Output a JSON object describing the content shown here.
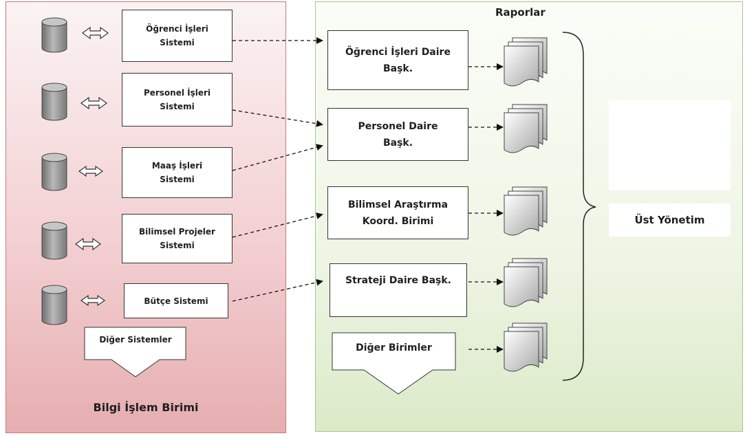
{
  "left_panel": {
    "title": "Bilgi İşlem Birimi",
    "systems": [
      {
        "label": "Öğrenci İşleri Sistemi"
      },
      {
        "label": "Personel İşleri Sistemi"
      },
      {
        "label": "Maaş İşleri Sistemi"
      },
      {
        "label": "Bilimsel Projeler Sistemi"
      },
      {
        "label": "Bütçe Sistemi"
      }
    ],
    "other": "Diğer Sistemler"
  },
  "right_panel": {
    "title": "Raporlar",
    "units": [
      {
        "label": "Öğrenci İşleri Daire Başk."
      },
      {
        "label": "Personel Daire Başk."
      },
      {
        "label": "Bilimsel  Araştırma Koord. Birimi"
      },
      {
        "label": "Strateji Daire Başk."
      }
    ],
    "other": "Diğer Birimler"
  },
  "management": {
    "label": "Üst Yönetim"
  },
  "colors": {
    "left_border": "#c77a7a",
    "right_border": "#a6c58a",
    "cylinder_gray": "#8c8c8c",
    "chart_bar_orange": "#f5a623",
    "chart_bar_red": "#d0342c",
    "chart_bar_blue": "#3a6fd0",
    "easel_circle": "#7dc52e"
  },
  "icons": [
    "database-icon",
    "bidirectional-arrow-icon",
    "dashed-arrow-icon",
    "report-stack-icon",
    "down-arrow-icon",
    "curly-brace-icon",
    "presentation-chart-icon"
  ]
}
